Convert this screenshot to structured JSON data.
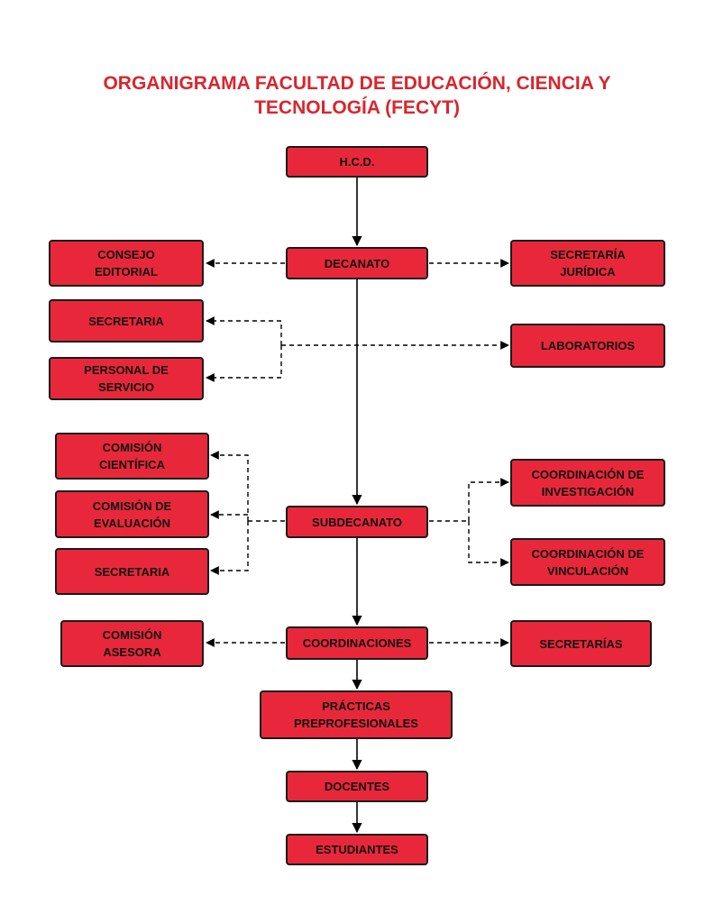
{
  "title": {
    "line1": "ORGANIGRAMA FACULTAD DE EDUCACIÓN, CIENCIA Y",
    "line2": "TECNOLOGÍA (FECYT)"
  },
  "colors": {
    "title": "#d8262e",
    "box_fill": "#e8283a",
    "box_border": "#1a1a1a",
    "connector": "#000000"
  },
  "nodes": {
    "hcd": "H.C.D.",
    "decanato": "DECANATO",
    "consejo_editorial": {
      "line1": "CONSEJO",
      "line2": "EDITORIAL"
    },
    "secretaria_juridica": {
      "line1": "SECRETARÍA",
      "line2": "JURÍDICA"
    },
    "secretaria_1": "SECRETARIA",
    "laboratorios": "LABORATORIOS",
    "personal_servicio": {
      "line1": "PERSONAL DE",
      "line2": "SERVICIO"
    },
    "comision_cientifica": {
      "line1": "COMISIÓN",
      "line2": "CIENTÍFICA"
    },
    "coordinacion_investigacion": {
      "line1": "COORDINACIÓN DE",
      "line2": "INVESTIGACIÓN"
    },
    "comision_evaluacion": {
      "line1": "COMISIÓN DE",
      "line2": "EVALUACIÓN"
    },
    "subdecanato": "SUBDECANATO",
    "coordinacion_vinculacion": {
      "line1": "COORDINACIÓN DE",
      "line2": "VINCULACIÓN"
    },
    "secretaria_2": "SECRETARIA",
    "comision_asesora": {
      "line1": "COMISIÓN",
      "line2": "ASESORA"
    },
    "coordinaciones": "COORDINACIONES",
    "secretarias": "SECRETARÍAS",
    "practicas": {
      "line1": "PRÁCTICAS",
      "line2": "PREPROFESIONALES"
    },
    "docentes": "DOCENTES",
    "estudiantes": "ESTUDIANTES"
  }
}
